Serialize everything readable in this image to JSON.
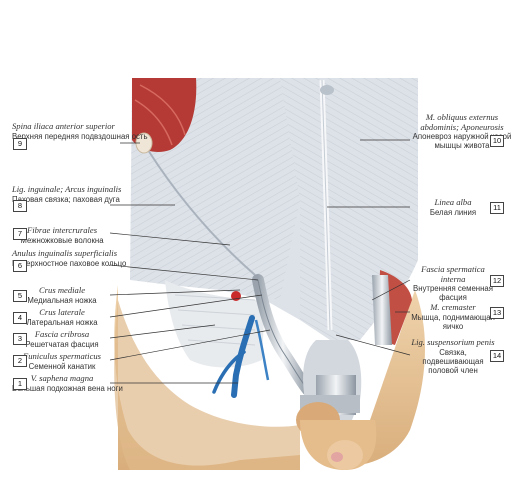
{
  "labels": {
    "l9": {
      "num": "9",
      "lat": "Spina iliaca anterior superior",
      "ru": "Верхняя передняя подвздошная ость"
    },
    "l8": {
      "num": "8",
      "lat": "Lig. inguinale; Arcus inguinalis",
      "ru": "Паховая связка; паховая дуга"
    },
    "l7": {
      "num": "7",
      "lat": "Fibrae intercrurales",
      "ru": "Межножковые волокна"
    },
    "l6": {
      "num": "6",
      "lat": "Anulus inguinalis superficialis",
      "ru": "Поверхностное паховое кольцо"
    },
    "l5": {
      "num": "5",
      "lat": "Crus mediale",
      "ru": "Медиальная ножка"
    },
    "l4": {
      "num": "4",
      "lat": "Crus laterale",
      "ru": "Латеральная ножка"
    },
    "l3": {
      "num": "3",
      "lat": "Fascia cribrosa",
      "ru": "Решетчатая фасция"
    },
    "l2": {
      "num": "2",
      "lat": "Funiculus spermaticus",
      "ru": "Семенной канатик"
    },
    "l1": {
      "num": "1",
      "lat": "V. saphena magna",
      "ru": "Большая подкожная вена ноги"
    },
    "l10": {
      "num": "10",
      "lat": "M. obliquus externus abdominis; Aponeurosis",
      "ru": "Апоневроз наружной косой мышцы живота"
    },
    "l11": {
      "num": "11",
      "lat": "Linea alba",
      "ru": "Белая линия"
    },
    "l12": {
      "num": "12",
      "lat": "Fascia spermatica interna",
      "ru": "Внутренняя семенная фасция"
    },
    "l13": {
      "num": "13",
      "lat": "M. cremaster",
      "ru": "Мышца, поднимающая яичко"
    },
    "l14": {
      "num": "14",
      "lat": "Lig. suspensorium penis",
      "ru": "Связка, подвешивающая половой член"
    }
  },
  "colors": {
    "aponeurosis": "#dfe3e8",
    "muscle": "#b53a35",
    "skin": "#e6c49a",
    "vein": "#2a6fb3",
    "leader": "#333333"
  }
}
